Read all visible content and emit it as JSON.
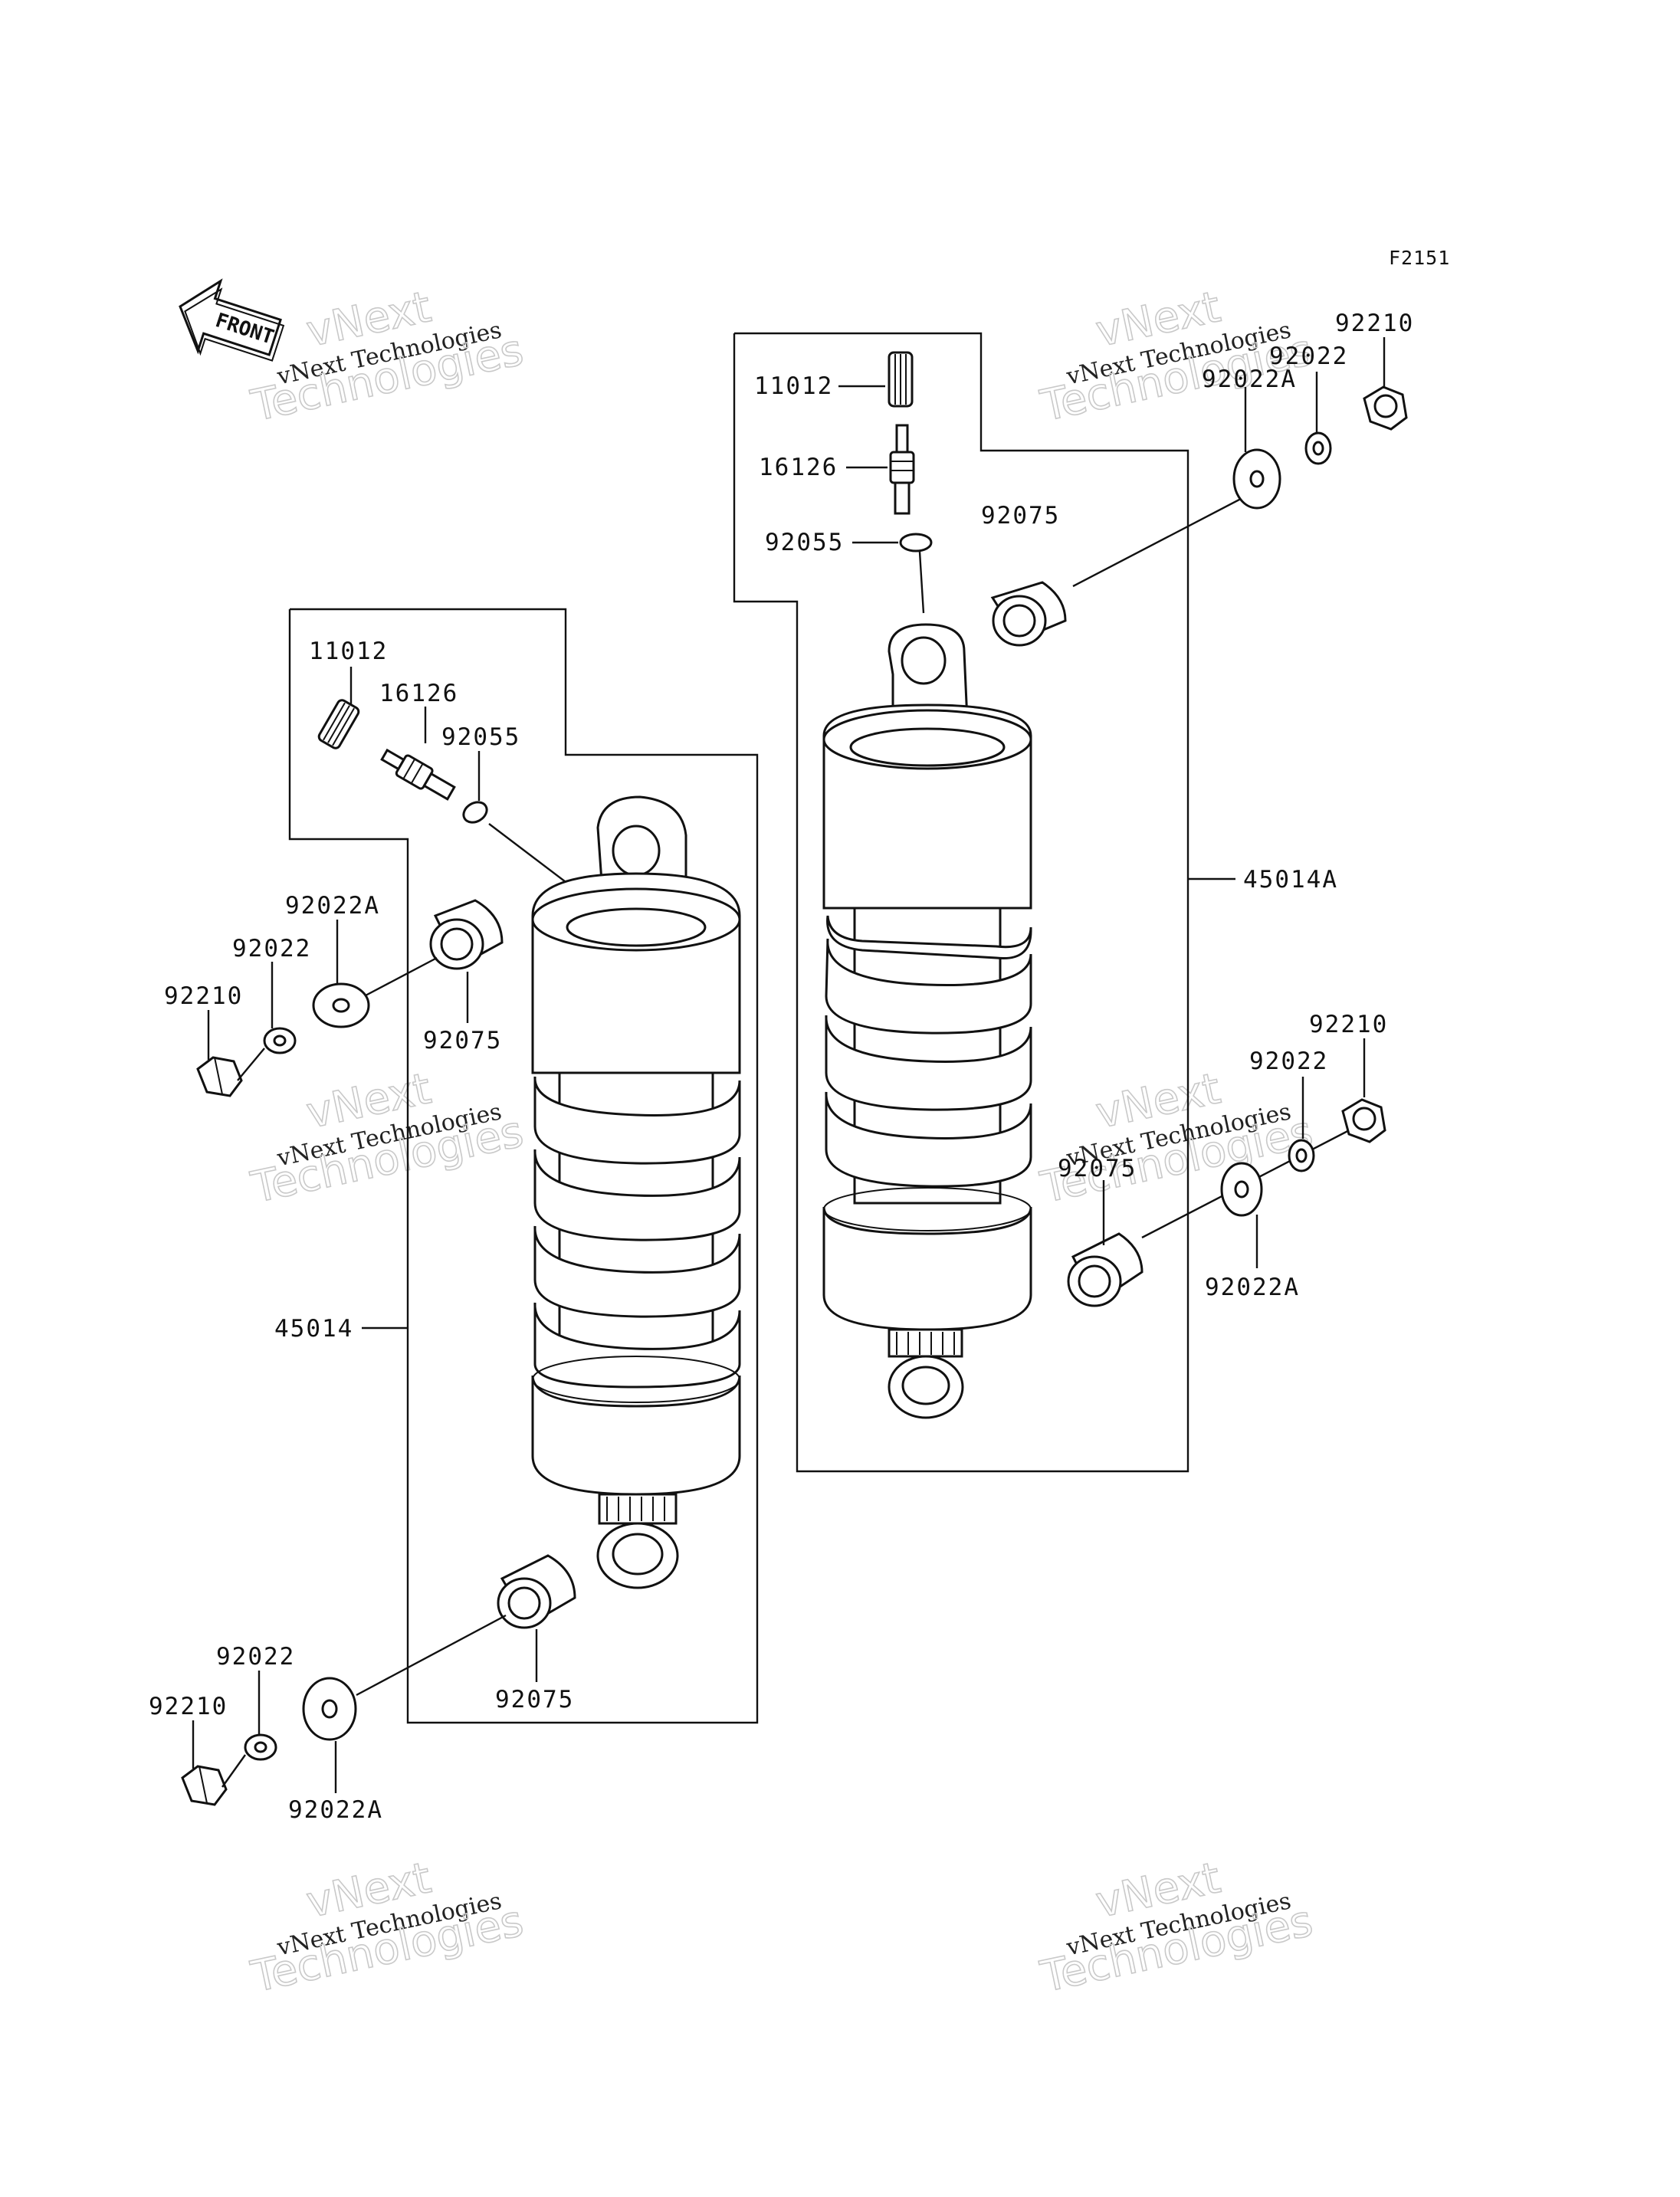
{
  "figure_code": "F2151",
  "front_label": "FRONT",
  "watermark": {
    "line1": "vNext",
    "line2": "vNext Technologies",
    "line3": "Technologies"
  },
  "left_assembly": {
    "assembly_number": "45014",
    "labels": {
      "valve_cap": "11012",
      "valve": "16126",
      "o_ring": "92055",
      "washer_a_top": "92022A",
      "washer_top": "92022",
      "nut_top": "92210",
      "collar_top": "92075",
      "collar_bottom": "92075",
      "washer_bottom": "92022",
      "nut_bottom": "92210",
      "washer_a_bottom": "92022A"
    }
  },
  "right_assembly": {
    "assembly_number": "45014A",
    "labels": {
      "valve_cap": "11012",
      "valve": "16126",
      "o_ring": "92055",
      "collar_top": "92075",
      "nut_top": "92210",
      "washer_top": "92022",
      "washer_a_top": "92022A",
      "nut_bottom": "92210",
      "washer_bottom": "92022",
      "collar_bottom": "92075",
      "washer_a_bottom": "92022A"
    }
  }
}
